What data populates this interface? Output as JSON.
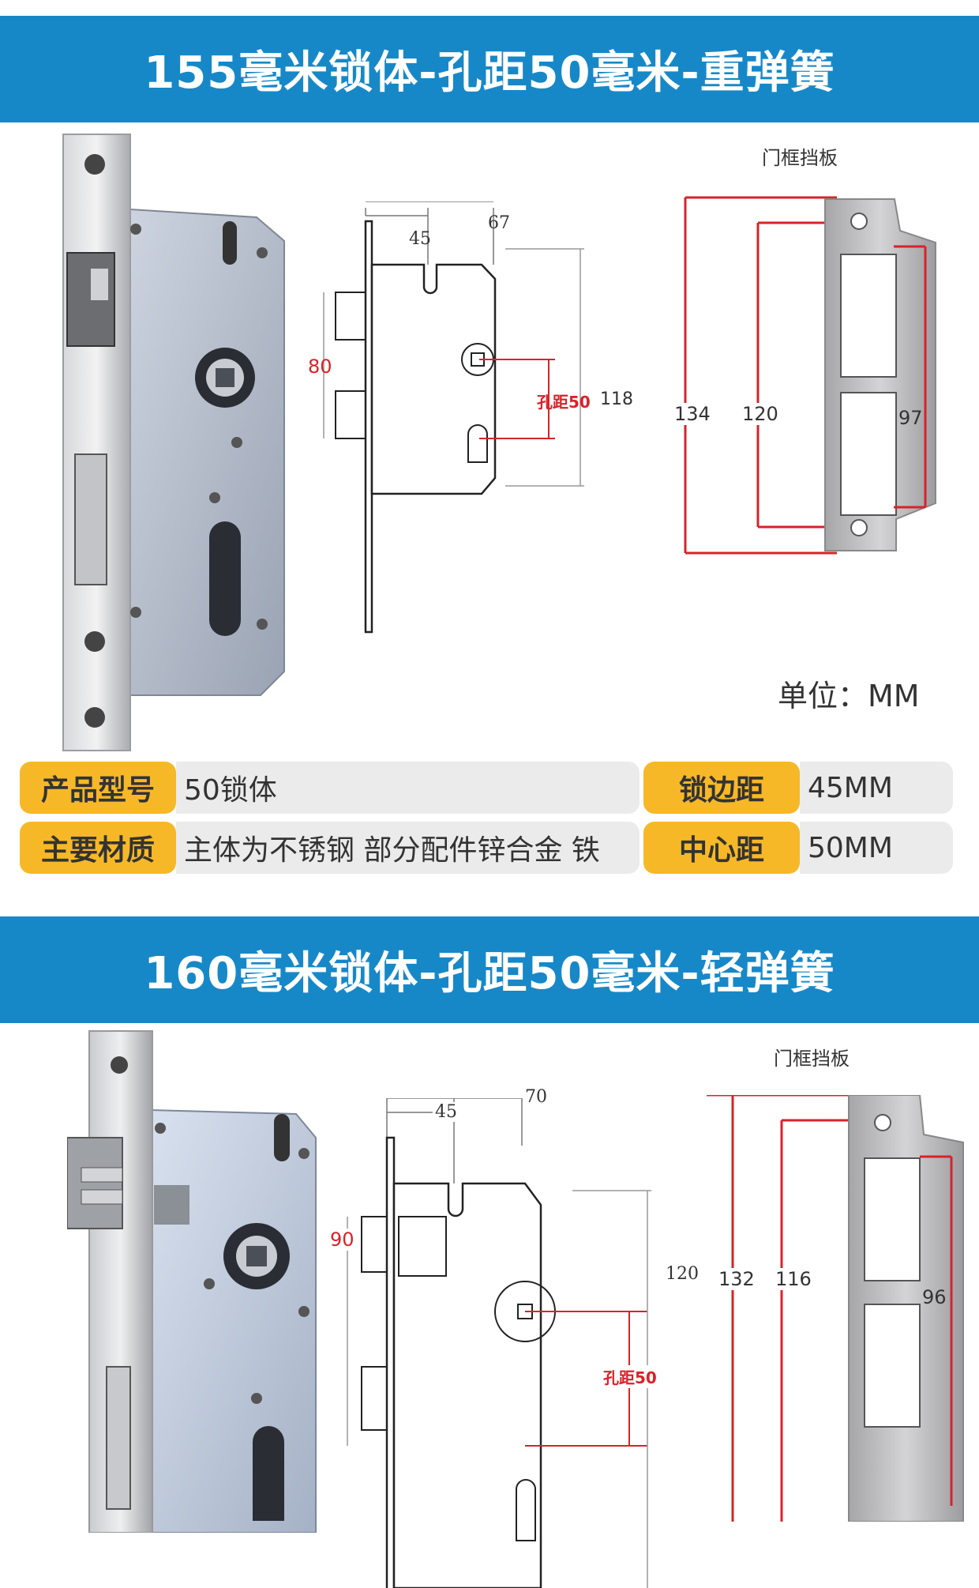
{
  "section1": {
    "title": "155毫米锁体-孔距50毫米-重弹簧",
    "strike_label": "门框挡板",
    "dims": {
      "top_total": "67",
      "top_backset": "45",
      "left_height": "80",
      "hole_distance": "孔距50",
      "right_height": "118",
      "strike_total": "134",
      "strike_inner": "120",
      "strike_window": "97"
    },
    "unit": "单位：MM",
    "specs": [
      {
        "key": "产品型号",
        "value": "50锁体"
      },
      {
        "key": "锁边距",
        "value": "45MM"
      },
      {
        "key": "主要材质",
        "value": "主体为不锈钢 部分配件锌合金 铁"
      },
      {
        "key": "中心距",
        "value": "50MM"
      }
    ]
  },
  "section2": {
    "title": "160毫米锁体-孔距50毫米-轻弹簧",
    "strike_label": "门框挡板",
    "dims": {
      "top_total": "70",
      "top_backset": "45",
      "left_height": "90",
      "hole_distance": "孔距50",
      "right_height": "120",
      "strike_total": "132",
      "strike_inner": "116",
      "strike_window": "96"
    }
  },
  "colors": {
    "banner": "#1788c7",
    "key_bg": "#f7b827",
    "value_bg": "#ebebeb",
    "dimension_red": "#d9222a"
  }
}
